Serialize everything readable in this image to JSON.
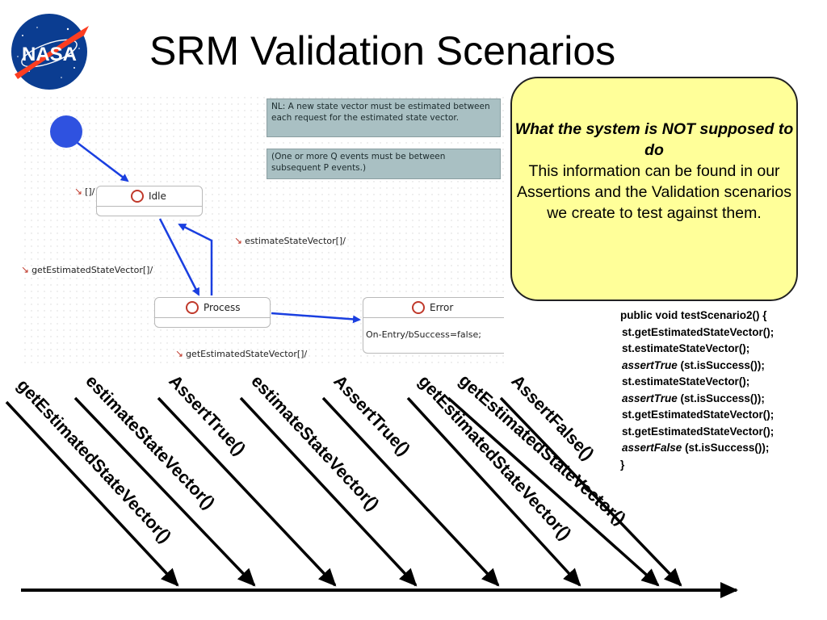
{
  "title": "SRM Validation Scenarios",
  "logo": {
    "text": "NASA",
    "name": "nasa-logo"
  },
  "diagram": {
    "notes": [
      "NL: A new state vector must be estimated between each request for the estimated state vector.",
      "(One or more Q events must be between subsequent P events.)"
    ],
    "states": {
      "idle": "Idle",
      "process": "Process",
      "error": "Error",
      "error_action": "On-Entry/bSuccess=false;"
    },
    "transitions": {
      "initial": "[]/",
      "estimate": "estimateStateVector[]/",
      "get_left": "getEstimatedStateVector[]/",
      "get_bottom": "getEstimatedStateVector[]/"
    }
  },
  "callout": {
    "heading": "What the system is NOT supposed to do",
    "body": "This information can be found in our Assertions and the Validation scenarios we create to test against them."
  },
  "code": {
    "signature": "public void testScenario2() {",
    "lines": [
      {
        "kw": "",
        "text": "st.getEstimatedStateVector();"
      },
      {
        "kw": "",
        "text": "st.estimateStateVector();"
      },
      {
        "kw": "assertTrue",
        "text": " (st.isSuccess());"
      },
      {
        "kw": "",
        "text": "st.estimateStateVector();"
      },
      {
        "kw": "assertTrue",
        "text": " (st.isSuccess());"
      },
      {
        "kw": "",
        "text": "st.getEstimatedStateVector();"
      },
      {
        "kw": "",
        "text": "st.getEstimatedStateVector();"
      },
      {
        "kw": "assertFalse",
        "text": " (st.isSuccess());"
      }
    ],
    "closing": "}"
  },
  "timeline_events": [
    "getEstimatedStateVector()",
    "estimateStateVector()",
    "AssertTrue()",
    "estimateStateVector()",
    "AssertTrue()",
    "getEstimatedStateVector()",
    "getEstimatedStateVector()",
    "AssertFalse()"
  ],
  "colors": {
    "state_initial": "#2f52e0",
    "transition_arrow": "#1a3fe0",
    "note_bg": "#a9c0c3",
    "callout_bg": "#ffff99",
    "state_ring": "#c0392b"
  }
}
